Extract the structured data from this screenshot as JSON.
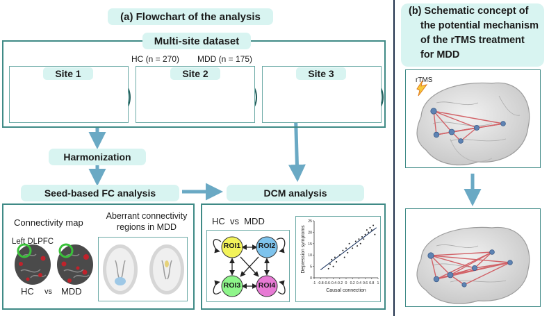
{
  "panel_a": {
    "title": "(a) Flowchart of the analysis",
    "dataset_title": "Multi-site dataset",
    "groups": {
      "hc": "HC (n = 270)",
      "mdd": "MDD (n = 175)"
    },
    "sites": [
      "Site 1",
      "Site 2",
      "Site 3"
    ],
    "harmonization": "Harmonization",
    "seed_fc": "Seed-based FC analysis",
    "dcm": "DCM analysis",
    "connectivity_map": "Connectivity map",
    "left_dlpfc": "Left DLPFC",
    "hc": "HC",
    "vs": "vs",
    "mdd": "MDD",
    "aberrant": "Aberrant connectivity",
    "aberrant_2": "regions in MDD",
    "dcm_groups": "HC  vs  MDD",
    "rois": [
      "ROI1",
      "ROI2",
      "ROI3",
      "ROI4"
    ],
    "roi_colors": [
      "#f3f35a",
      "#7ec3ec",
      "#8ef58a",
      "#e77ad4"
    ]
  },
  "panel_b": {
    "title_lines": [
      "(b) Schematic concept of",
      "the potential mechanism",
      "of the rTMS treatment",
      "for MDD"
    ],
    "rtms": "rTMS"
  },
  "colors": {
    "pill": "#d8f4f1",
    "frame": "#3f8a86",
    "arrow": "#6aa9c4",
    "network": "#d0545a"
  },
  "chart_data": {
    "type": "scatter",
    "xlabel": "Causal connection",
    "ylabel": "Depression symptoms",
    "xticks": [
      "-1",
      "-0.8",
      "-0.6",
      "-0.4",
      "-0.2",
      "0",
      "0.2",
      "0.4",
      "0.6",
      "0.8",
      "1"
    ],
    "yticks": [
      "0",
      "5",
      "10",
      "15",
      "20",
      "25"
    ],
    "xlim": [
      -1,
      1
    ],
    "ylim": [
      0,
      25
    ],
    "points": [
      [
        -0.55,
        4
      ],
      [
        -0.5,
        6
      ],
      [
        -0.45,
        8
      ],
      [
        -0.4,
        5
      ],
      [
        -0.35,
        9
      ],
      [
        -0.3,
        7
      ],
      [
        -0.2,
        10
      ],
      [
        -0.1,
        12
      ],
      [
        -0.05,
        9
      ],
      [
        0,
        13
      ],
      [
        0.05,
        11
      ],
      [
        0.1,
        15
      ],
      [
        0.2,
        13
      ],
      [
        0.3,
        16
      ],
      [
        0.35,
        14
      ],
      [
        0.4,
        17
      ],
      [
        0.45,
        15
      ],
      [
        0.5,
        18
      ],
      [
        0.55,
        17
      ],
      [
        0.6,
        19
      ],
      [
        0.65,
        21
      ],
      [
        0.7,
        20
      ],
      [
        0.75,
        22
      ],
      [
        0.8,
        21
      ],
      [
        0.85,
        23
      ],
      [
        0.9,
        19
      ]
    ],
    "trend": [
      [
        -0.8,
        3.5
      ],
      [
        0.95,
        22
      ]
    ]
  }
}
